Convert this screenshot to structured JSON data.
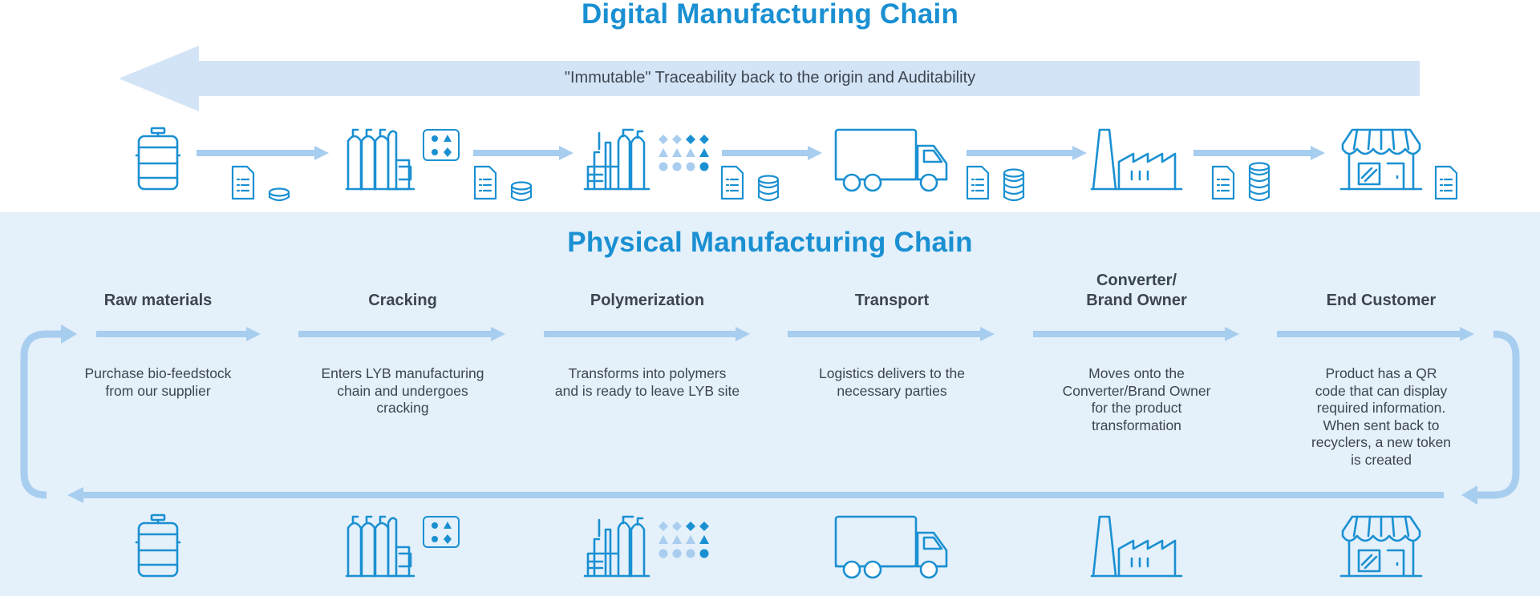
{
  "digital_title": "Digital Manufacturing Chain",
  "physical_title": "Physical Manufacturing Chain",
  "traceability_text": "\"Immutable\" Traceability back to the origin and Auditability",
  "colors": {
    "title": "#1a90d2",
    "icon": "#1a90d2",
    "arrow": "#a7cdef",
    "band": "#d3e4f6",
    "panel": "#e4f0fa",
    "text": "#3d4550"
  },
  "stages": [
    {
      "label": "Raw materials",
      "description": "Purchase bio-feedstock\nfrom our supplier",
      "icon": "barrel-icon"
    },
    {
      "label": "Cracking",
      "description": "Enters LYB manufacturing\nchain and undergoes\ncracking",
      "icon": "cracking-tanks-icon"
    },
    {
      "label": "Polymerization",
      "description": "Transforms into polymers\nand is ready to leave LYB site",
      "icon": "polymer-plant-icon"
    },
    {
      "label": "Transport",
      "description": "Logistics delivers to the\nnecessary parties",
      "icon": "truck-icon"
    },
    {
      "label": "Converter/\nBrand Owner",
      "description": "Moves onto the\nConverter/Brand Owner\nfor the product\ntransformation",
      "icon": "factory-icon"
    },
    {
      "label": "End Customer",
      "description": "Product has a QR\ncode that can display\nrequired information.\nWhen sent back to\nrecyclers, a new token\nis created",
      "icon": "store-icon"
    }
  ]
}
